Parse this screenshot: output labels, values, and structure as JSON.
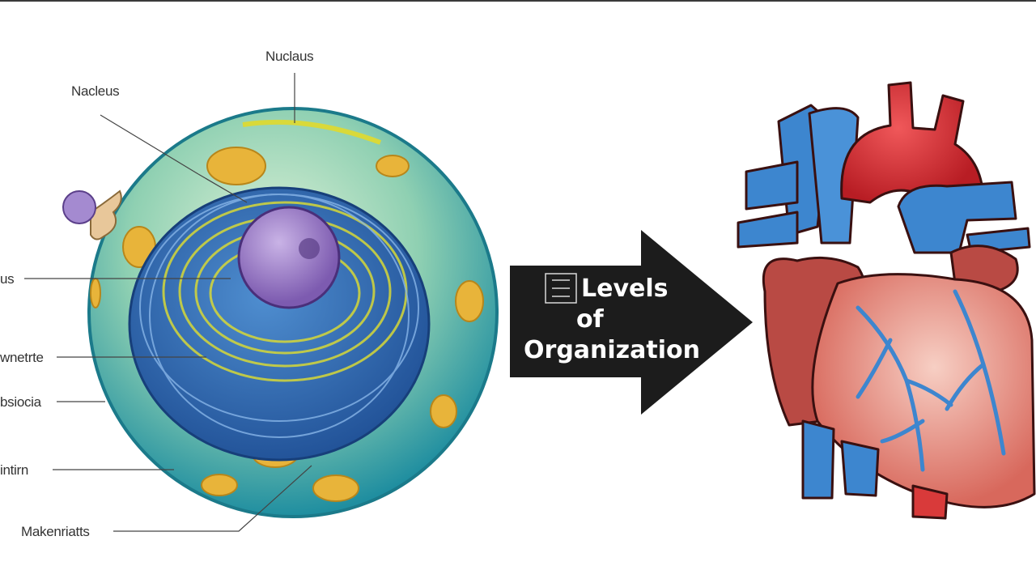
{
  "labels": {
    "top": "Nuclaus",
    "upper_left": "Nacleus",
    "left_1": "us",
    "left_2": "wnetrte",
    "left_3": "bsiocia",
    "left_4": "intirn",
    "bottom": "Makenriatts"
  },
  "arrow": {
    "line1": "Levels",
    "line2": "of",
    "line3": "Organization"
  },
  "colors": {
    "cell_outer": "#8fcfb0",
    "cell_inner": "#2f6fb2",
    "nucleus": "#9b7cc4",
    "organelle": "#e8b43a",
    "arrow": "#1c1c1c",
    "heart_red": "#d93a3a",
    "heart_muscle": "#e9a497",
    "vessel_blue": "#3d86cf"
  }
}
